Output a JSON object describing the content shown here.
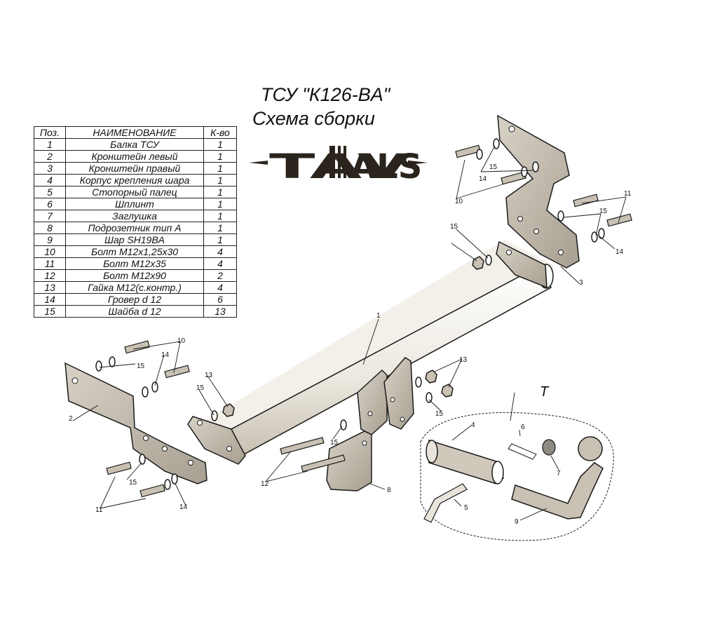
{
  "title": {
    "line1": "ТСУ \"К126-BA\"",
    "line2": "Схема сборки"
  },
  "logo": {
    "text": "TAVTALS"
  },
  "table": {
    "headers": [
      "Поз.",
      "НАИМЕНОВАНИЕ",
      "К-во"
    ],
    "rows": [
      [
        "1",
        "Балка ТСУ",
        "1"
      ],
      [
        "2",
        "Кронштейн левый",
        "1"
      ],
      [
        "3",
        "Кронштейн правый",
        "1"
      ],
      [
        "4",
        "Корпус крепления шара",
        "1"
      ],
      [
        "5",
        "Стопорный палец",
        "1"
      ],
      [
        "6",
        "Шплинт",
        "1"
      ],
      [
        "7",
        "Заглушка",
        "1"
      ],
      [
        "8",
        "Подрозетник тип А",
        "1"
      ],
      [
        "9",
        "Шар SH19BA",
        "1"
      ],
      [
        "10",
        "Болт М12х1,25х30",
        "4"
      ],
      [
        "11",
        "Болт М12х35",
        "4"
      ],
      [
        "12",
        "Болт М12х90",
        "2"
      ],
      [
        "13",
        "Гайка М12(с.контр.)",
        "4"
      ],
      [
        "14",
        "Гровер d 12",
        "6"
      ],
      [
        "15",
        "Шайба d 12",
        "13"
      ]
    ]
  },
  "callouts": {
    "c1": "1",
    "c2": "2",
    "c3": "3",
    "c4": "4",
    "c5": "5",
    "c6": "6",
    "c7": "7",
    "c8": "8",
    "c9": "9",
    "c10a": "10",
    "c10b": "10",
    "c11a": "11",
    "c11b": "11",
    "c12": "12",
    "c13a": "13",
    "c13b": "13",
    "c14a": "14",
    "c14b": "14",
    "c14c": "14",
    "c14d": "14",
    "c15a": "15",
    "c15b": "15",
    "c15c": "15",
    "c15d": "15",
    "c15e": "15",
    "c15f": "15",
    "c15g": "15",
    "c15h": "15",
    "t": "T"
  },
  "colors": {
    "part_fill": "#c9c1b3",
    "beam_fill": "#f2efe8",
    "outline": "#1a1a1a",
    "logo_dark": "#2a241c"
  }
}
